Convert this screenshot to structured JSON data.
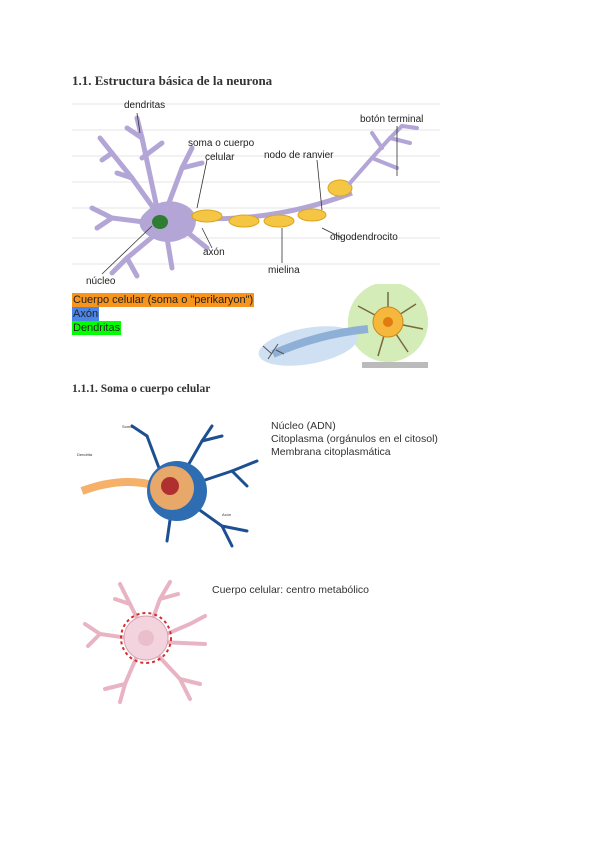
{
  "section_title": "1.1. Estructura básica de la neurona",
  "neuron_labels": {
    "dendritas": "dendritas",
    "soma": "soma o cuerpo",
    "celular": "celular",
    "nodo": "nodo de ranvier",
    "boton": "botón terminal",
    "oligo": "oligodendrocito",
    "axon": "axón",
    "mielina": "mielina",
    "nucleo": "núcleo"
  },
  "legend": [
    {
      "text": "Cuerpo celular (soma o \"perikaryon\")",
      "color": "#f7941d"
    },
    {
      "text": "Axón",
      "color": "#4a86e8"
    },
    {
      "text": "Dendritas",
      "color": "#00ff00"
    }
  ],
  "subsection_title": "1.1.1. Soma o cuerpo celular",
  "soma_notes": [
    "Núcleo (ADN)",
    "Citoplasma (orgánulos en el citosol)",
    "Membrana citoplasmática"
  ],
  "metabolic_note": "Cuerpo celular: centro metabólico",
  "colors": {
    "dendrite": "#b3a6d6",
    "myelin": "#f5c644",
    "nucleus": "#2e7d32",
    "soma_blue": "#2f6db3",
    "pink": "#e8b4c4"
  }
}
